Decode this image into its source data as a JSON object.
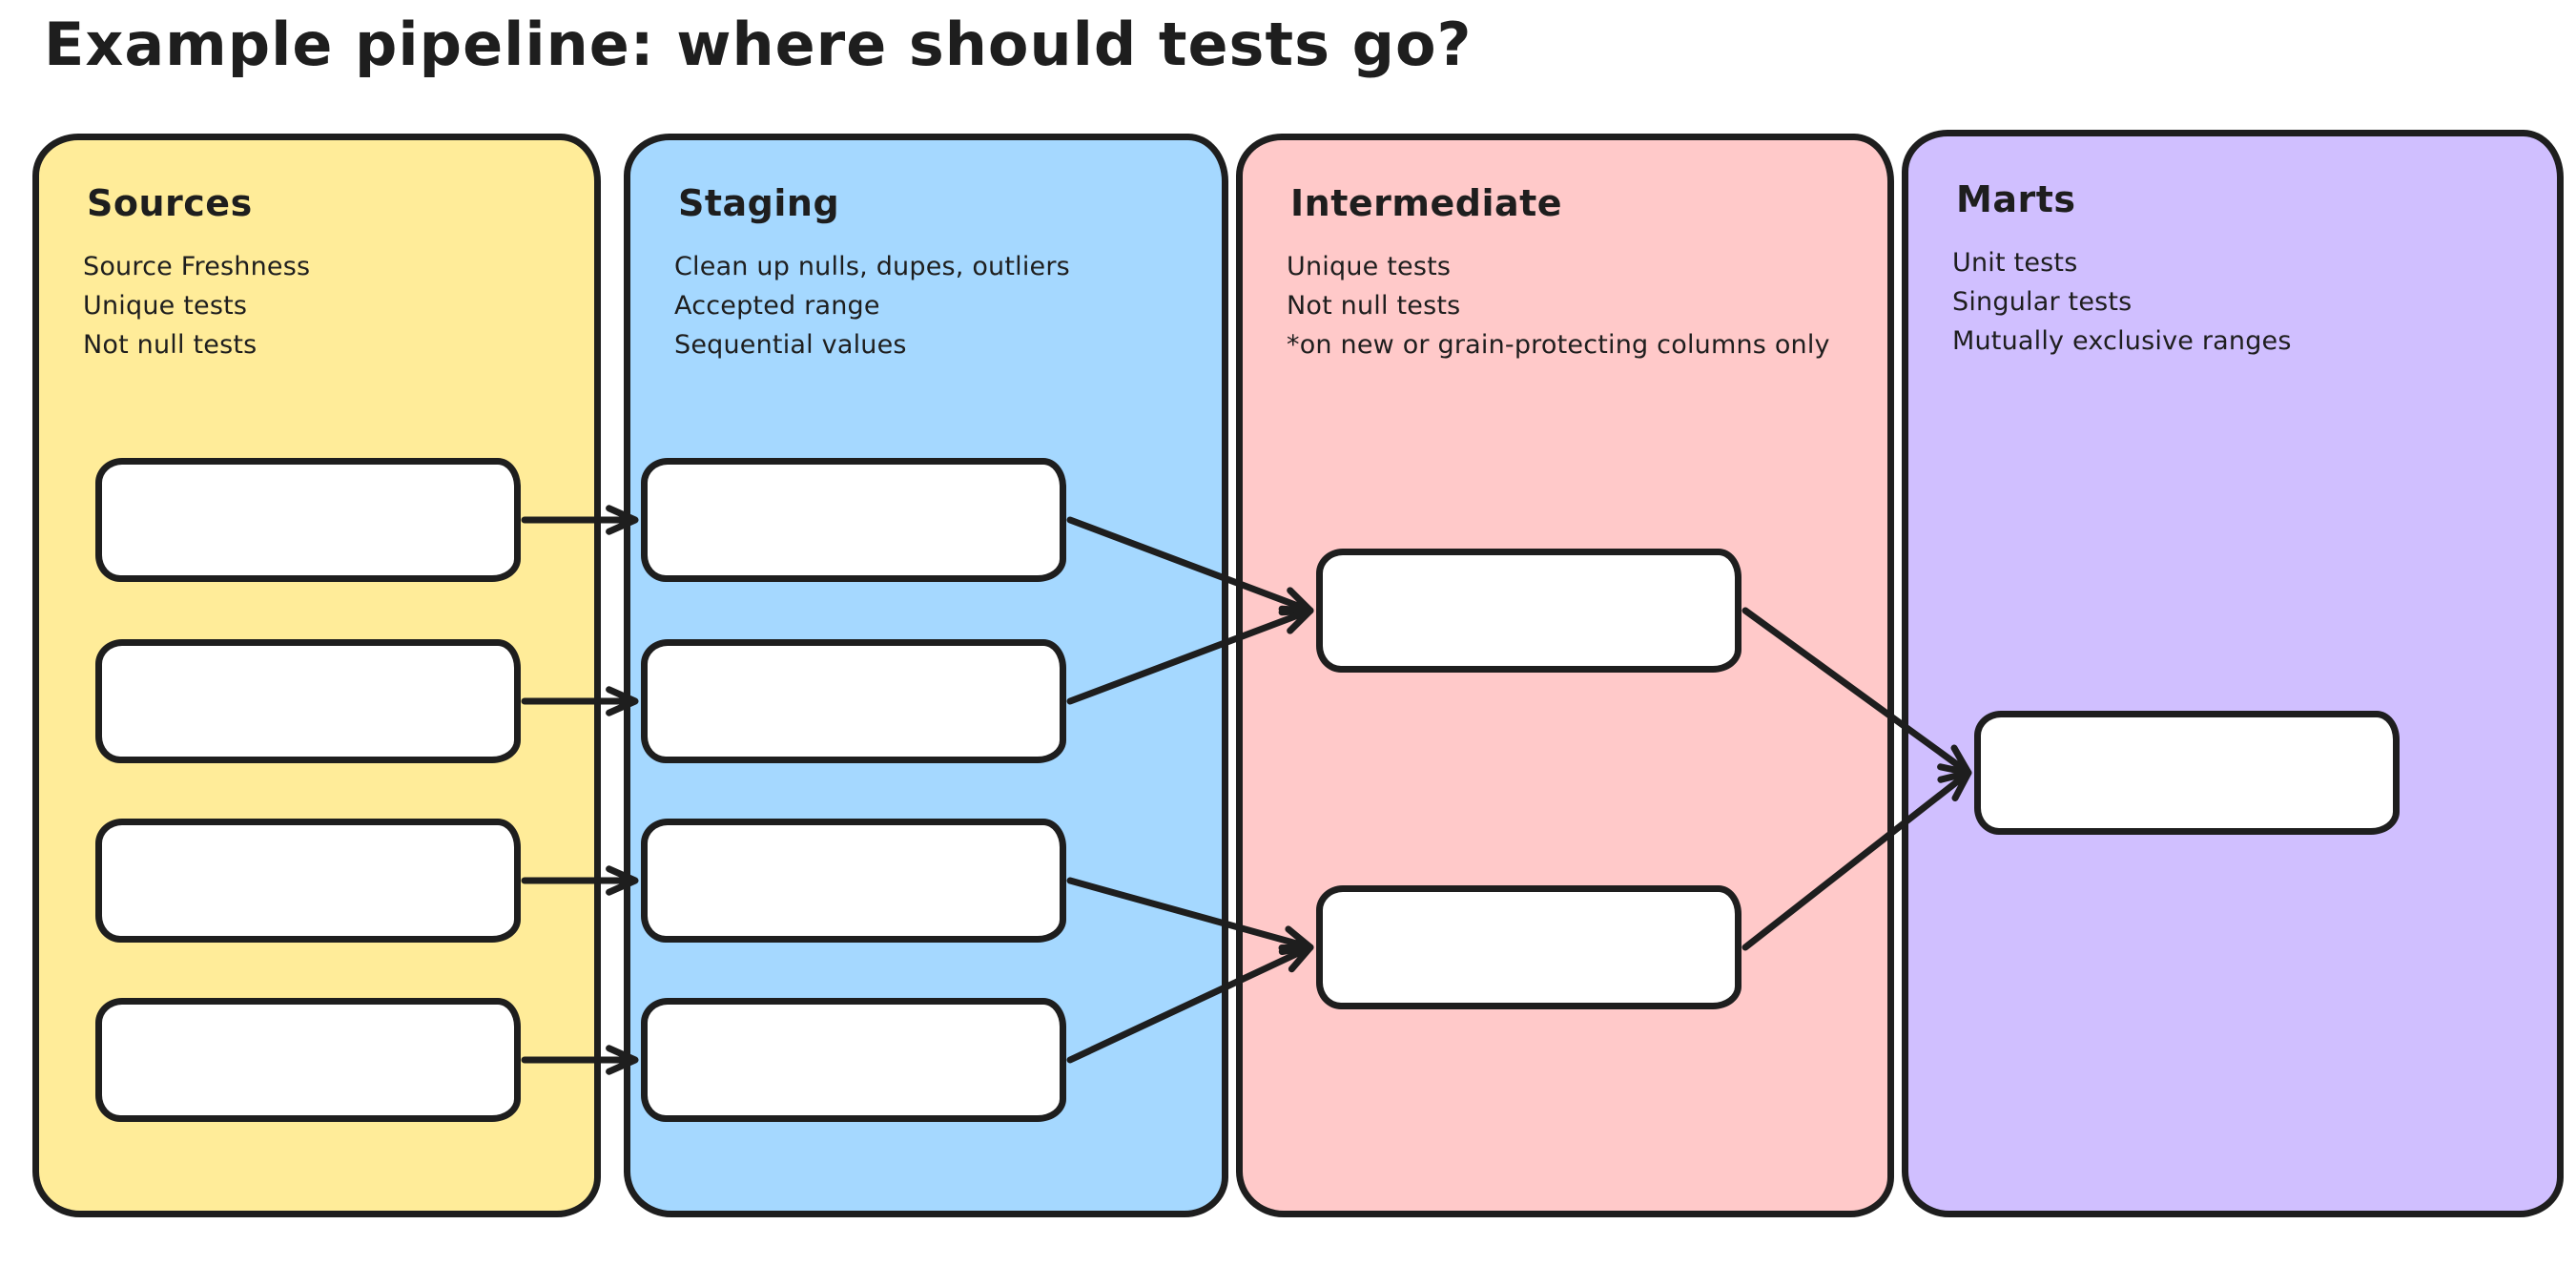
{
  "title": "Example pipeline: where should tests go?",
  "theme": {
    "background": "#ffffff",
    "stroke": "#1e1e1e",
    "node_fill": "#ffffff",
    "column_fills": [
      "#ffec99",
      "#a5d8ff",
      "#ffc9c9",
      "#d0bfff"
    ]
  },
  "columns": [
    {
      "id": "sources",
      "label": "Sources",
      "fill": "#ffec99",
      "notes": [
        "Source Freshness",
        "Unique tests",
        "Not null tests"
      ],
      "box_count": 4
    },
    {
      "id": "staging",
      "label": "Staging",
      "fill": "#a5d8ff",
      "notes": [
        "Clean up nulls, dupes, outliers",
        "Accepted range",
        "Sequential values"
      ],
      "box_count": 4
    },
    {
      "id": "intermediate",
      "label": "Intermediate",
      "fill": "#ffc9c9",
      "notes": [
        "Unique tests",
        "Not null tests",
        "*on new or grain-protecting columns only"
      ],
      "box_count": 2
    },
    {
      "id": "marts",
      "label": "Marts",
      "fill": "#d0bfff",
      "notes": [
        "Unit tests",
        "Singular tests",
        "Mutually exclusive ranges"
      ],
      "box_count": 1
    }
  ],
  "edges": [
    {
      "from": "sources.0",
      "to": "staging.0"
    },
    {
      "from": "sources.1",
      "to": "staging.1"
    },
    {
      "from": "sources.2",
      "to": "staging.2"
    },
    {
      "from": "sources.3",
      "to": "staging.3"
    },
    {
      "from": "staging.0",
      "to": "intermediate.0"
    },
    {
      "from": "staging.1",
      "to": "intermediate.0"
    },
    {
      "from": "staging.2",
      "to": "intermediate.1"
    },
    {
      "from": "staging.3",
      "to": "intermediate.1"
    },
    {
      "from": "intermediate.0",
      "to": "marts.0"
    },
    {
      "from": "intermediate.1",
      "to": "marts.0"
    }
  ]
}
